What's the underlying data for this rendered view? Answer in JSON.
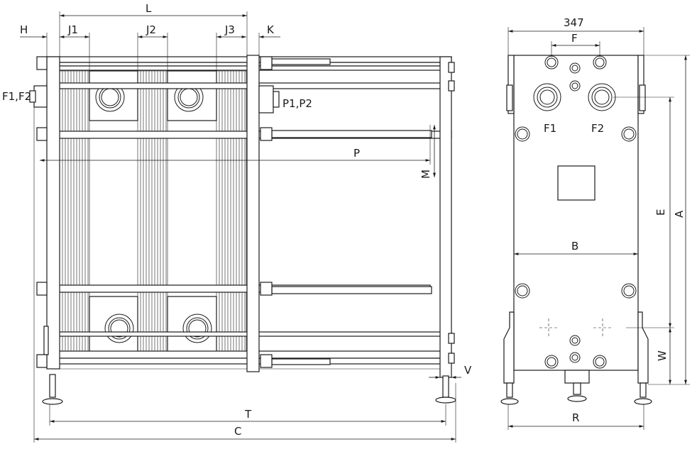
{
  "side_view": {
    "dim_L": "L",
    "dim_H": "H",
    "dim_J1": "J1",
    "dim_J2": "J2",
    "dim_J3": "J3",
    "dim_K": "K",
    "port_left": "F1,F2",
    "port_right": "P1,P2",
    "dim_P": "P",
    "dim_M": "M",
    "dim_V": "V",
    "dim_T": "T",
    "dim_C": "C"
  },
  "front_view": {
    "dim_width": "347",
    "dim_F": "F",
    "port_F1": "F1",
    "port_F2": "F2",
    "dim_E": "E",
    "dim_A": "A",
    "dim_B": "B",
    "dim_W": "W",
    "dim_R": "R"
  }
}
